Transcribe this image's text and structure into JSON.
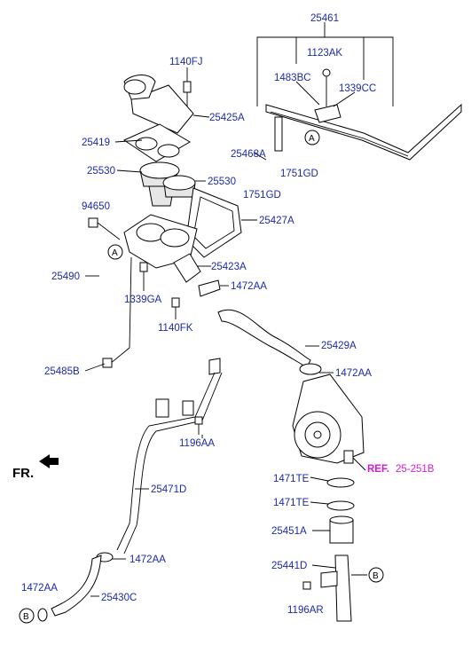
{
  "parts": {
    "p25461": "25461",
    "p1123AK": "1123AK",
    "p1483BC": "1483BC",
    "p1339CC": "1339CC",
    "p1140FJ": "1140FJ",
    "p25425A": "25425A",
    "p25419": "25419",
    "p25530a": "25530",
    "p25530b": "25530",
    "p25468A": "25468A",
    "p1751GDa": "1751GD",
    "p1751GDb": "1751GD",
    "p94650": "94650",
    "p25427A": "25427A",
    "p25490": "25490",
    "p25423A": "25423A",
    "p1339GA": "1339GA",
    "p1472AAa": "1472AA",
    "p1140FK": "1140FK",
    "p25429A": "25429A",
    "p25485B": "25485B",
    "p1472AAb": "1472AA",
    "p1196AAa": "1196AA",
    "p1471TEa": "1471TE",
    "p1471TEb": "1471TE",
    "p25471D": "25471D",
    "p25451A": "25451A",
    "p25441D": "25441D",
    "p1472AAc": "1472AA",
    "p1472AAd": "1472AA",
    "p25430C": "25430C",
    "p1196AR": "1196AR"
  },
  "reference": {
    "label": "REF.",
    "number": "25-251B"
  },
  "front_marker": "FR.",
  "connectors": {
    "a_top": "A",
    "a_left": "A",
    "b_right": "B",
    "b_left": "B"
  }
}
